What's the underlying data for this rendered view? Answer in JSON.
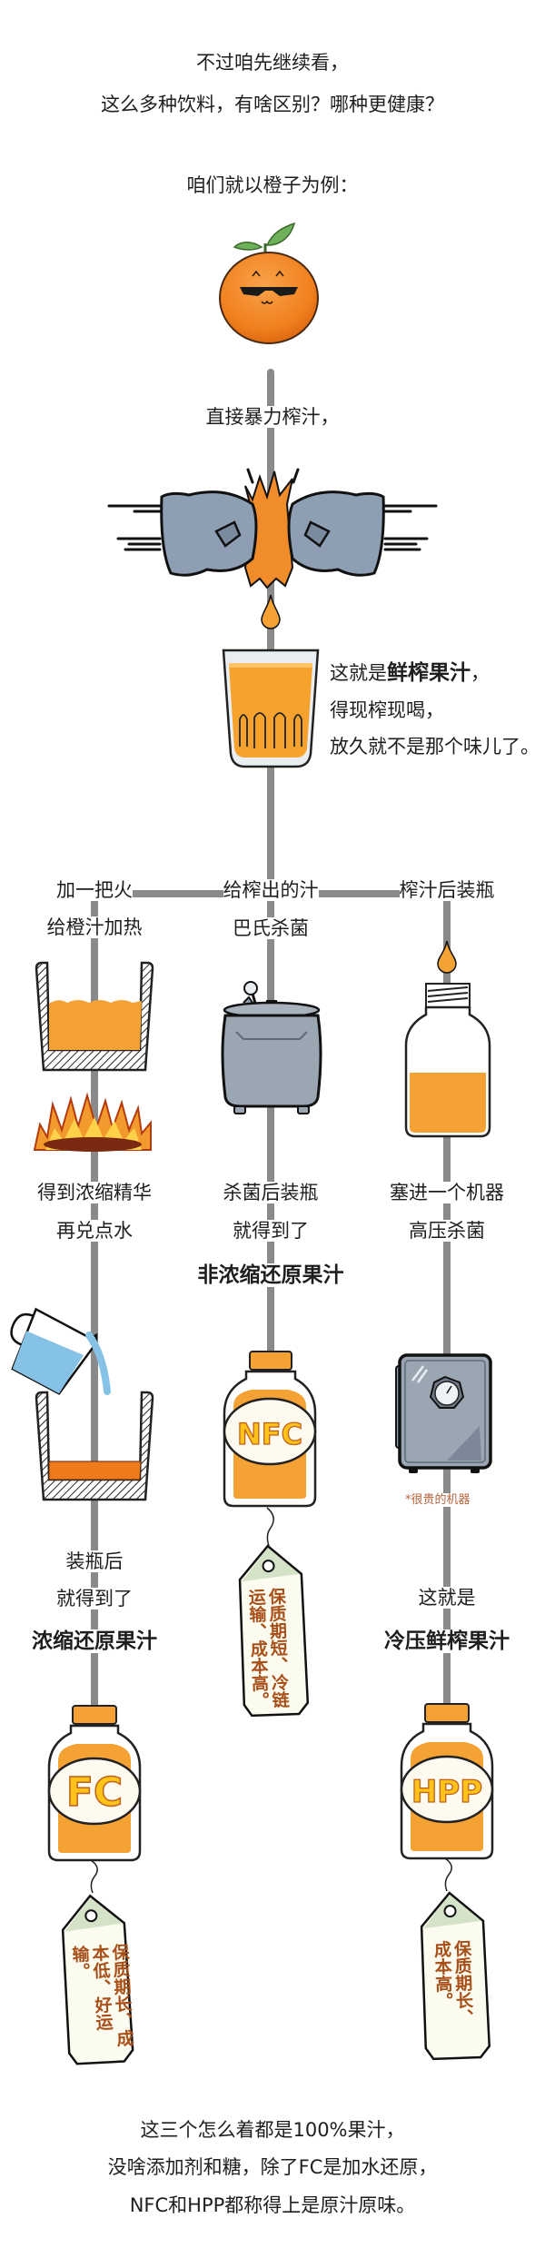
{
  "intro": {
    "line1": "不过咱先继续看，",
    "line2": "这么多种饮料，有啥区别？哪种更健康？",
    "example": "咱们就以橙子为例："
  },
  "step_squeeze": "直接暴力榨汁，",
  "fresh_juice": {
    "prefix": "这就是",
    "name": "鲜榨果汁",
    "suffix": "，",
    "line2": "得现榨现喝，",
    "line3": "放久就不是那个味儿了。"
  },
  "branches": {
    "left": {
      "step1_line1": "加一把火",
      "step1_line2": "给橙汁加热",
      "step2_line1": "得到浓缩精华",
      "step2_line2": "再兑点水",
      "step3_line1": "装瓶后",
      "step3_line2": "就得到了",
      "result": "浓缩还原果汁",
      "bottle_label": "FC",
      "tag_col1": "保质期长、",
      "tag_col2": "成本低、",
      "tag_col3": "好运输。"
    },
    "middle": {
      "step1_line1": "给榨出的汁",
      "step1_line2": "巴氏杀菌",
      "step2_line1": "杀菌后装瓶",
      "step2_line2": "就得到了",
      "result": "非浓缩还原果汁",
      "bottle_label": "NFC",
      "tag_col1": "保质期短、",
      "tag_col2": "冷链运输、",
      "tag_col3": "成本高。"
    },
    "right": {
      "step1_line1": "榨汁后装瓶",
      "step2_line1": "塞进一个机器",
      "step2_line2": "高压杀菌",
      "machine_note": "*很贵的机器",
      "step3_line1": "这就是",
      "result": "冷压鲜榨果汁",
      "bottle_label": "HPP",
      "tag_col1": "保质期长、",
      "tag_col2": "成本高。"
    }
  },
  "conclusion": {
    "line1": "这三个怎么着都是100%果汁，",
    "line2": "没啥添加剂和糖，除了FC是加水还原，",
    "line3": "NFC和HPP都称得上是原汁原味。"
  },
  "colors": {
    "juice_orange": "#f5a235",
    "deep_orange": "#ef7a1a",
    "flow_line_gray": "#8a8a8a",
    "steel_gray": "#9aa6b2",
    "tag_text_brown": "#a8501a",
    "note_brown": "#b8623c",
    "water_blue": "#86c1e6"
  }
}
